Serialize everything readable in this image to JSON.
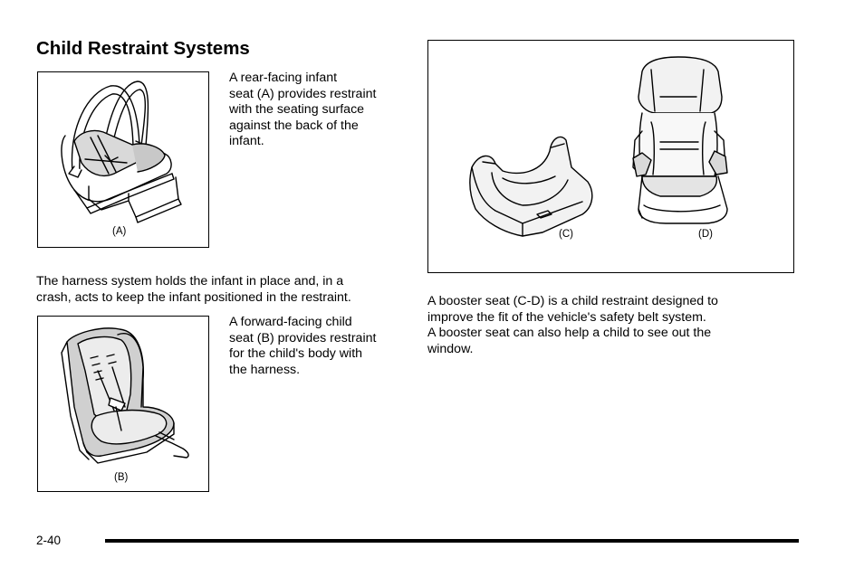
{
  "heading": "Child Restraint Systems",
  "figures": {
    "a": {
      "caption": "(A)"
    },
    "b": {
      "caption": "(B)"
    },
    "c": {
      "caption": "(C)"
    },
    "d": {
      "caption": "(D)"
    }
  },
  "paragraphs": {
    "rear_facing": [
      "A rear-facing infant",
      "seat (A) provides restraint",
      "with the seating surface",
      "against the back of the",
      "infant."
    ],
    "harness": [
      "The harness system holds the infant in place and, in a",
      "crash, acts to keep the infant positioned in the restraint."
    ],
    "forward_facing": [
      "A forward-facing child",
      "seat (B) provides restraint",
      "for the child's body with",
      "the harness."
    ],
    "booster": [
      "A booster seat (C-D) is a child restraint designed to",
      "improve the fit of the vehicle's safety belt system.",
      "A booster seat can also help a child to see out the",
      "window."
    ]
  },
  "page_number": "2-40"
}
